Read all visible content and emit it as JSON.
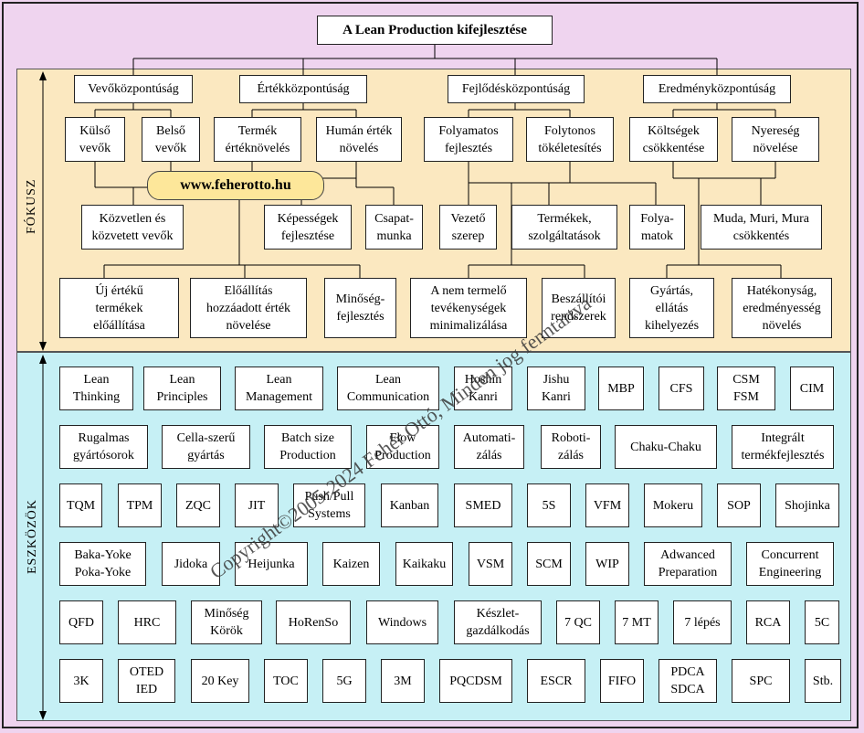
{
  "title": "A Lean Production kifejlesztése",
  "focus_label": "FÓKUSZ",
  "tools_label": "ESZKÖZÖK",
  "url": "www.feherotto.hu",
  "watermark": "Copyright©2005-2024 Fehér Ottó, Minden jog fenntartva",
  "pillars": [
    "Vevőközpontúság",
    "Értékközpontúság",
    "Fejlődésközpontúság",
    "Eredményközpontúság"
  ],
  "focus": {
    "kulso": "Külső\nvevők",
    "belso": "Belső\nvevők",
    "termek_ertek": "Termék\nértéknövelés",
    "human": "Humán érték\nnövelés",
    "folyamatos": "Folyamatos\nfejlesztés",
    "folytonos": "Folytonos\ntökéletesítés",
    "koltseg": "Költségek\ncsökkentése",
    "nyereseg": "Nyereség\nnövelése",
    "kozvetlen": "Közvetlen és\nközvetett vevők",
    "kepesseg": "Képességek\nfejlesztése",
    "csapat": "Csapat-\nmunka",
    "vezeto": "Vezető\nszerep",
    "termekek": "Termékek,\nszolgáltatások",
    "folyamatok": "Folya-\nmatok",
    "muda": "Muda, Muri, Mura\ncsökkentés",
    "uj_ertek": "Új  értékű\ntermékek\nelőállítása",
    "eloallitas": "Előállítás\nhozzáadott érték\nnövelése",
    "minoseg": "Minőség-\nfejlesztés",
    "nem_termelo": "A nem termelő\ntevékenységek\nminimalizálása",
    "beszallitoi": "Beszállítói\nrendszerek",
    "gyartas": "Gyártás,\nellátás\nkihelyezés",
    "hatekonysag": "Hatékonyság,\neredményesség\nnövelés"
  },
  "tools": [
    [
      "Lean\nThinking",
      "Lean\nPrinciples",
      "Lean\nManagement",
      "Lean\nCommunication",
      "Hoshin\nKanri",
      "Jishu\nKanri",
      "MBP",
      "CFS",
      "CSM\nFSM",
      "CIM"
    ],
    [
      "Rugalmas\ngyártósorok",
      "Cella-szerű\ngyártás",
      "Batch size\nProduction",
      "Flow\nProduction",
      "Automati-\nzálás",
      "Roboti-\nzálás",
      "Chaku-Chaku",
      "Integrált\ntermékfejlesztés"
    ],
    [
      "TQM",
      "TPM",
      "ZQC",
      "JIT",
      "Push/Pull\nSystems",
      "Kanban",
      "SMED",
      "5S",
      "VFM",
      "Mokeru",
      "SOP",
      "Shojinka"
    ],
    [
      "Baka-Yoke\nPoka-Yoke",
      "Jidoka",
      "Heijunka",
      "Kaizen",
      "Kaikaku",
      "VSM",
      "SCM",
      "WIP",
      "Adwanced\nPreparation",
      "Concurrent\nEngineering"
    ],
    [
      "QFD",
      "HRC",
      "Minőség\nKörök",
      "HoRenSo",
      "Windows",
      "Készlet-\ngazdálkodás",
      "7 QC",
      "7 MT",
      "7 lépés",
      "RCA",
      "5C"
    ],
    [
      "3K",
      "OTED\nIED",
      "20 Key",
      "TOC",
      "5G",
      "3M",
      "PQCDSM",
      "ESCR",
      "FIFO",
      "PDCA\nSDCA",
      "SPC",
      "Stb."
    ]
  ]
}
